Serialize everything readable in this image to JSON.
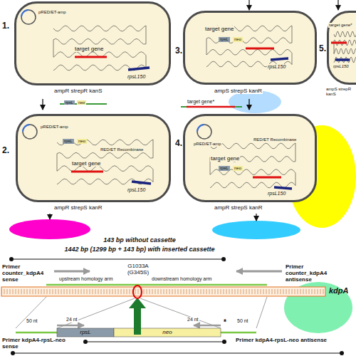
{
  "diagram": {
    "nodes": [
      {
        "text": [
          "1.",
          "pRED/ET-amp",
          "target gene",
          "rpsL150",
          "ampR strepR kanS"
        ]
      },
      {
        "text": [
          "2.",
          "pRED/ET-amp",
          "rpsL",
          "neo",
          "RED/ET Recombinase",
          "target gene",
          "rpsL150",
          "ampR strepS kanR"
        ]
      },
      {
        "text": [
          "3.",
          "target gene",
          "rpsL",
          "neo",
          "rpsL150",
          "ampS strepS kanR"
        ]
      },
      {
        "text": [
          "4.",
          "pRED/ET-amp",
          "RED/ET Recombinase",
          "target gene",
          "rpsL",
          "neo",
          "rpsL150",
          "ampR strepS kanR"
        ]
      },
      {
        "text": [
          "5.",
          "target gene*",
          "rpsL150",
          "ampS strepR kanS"
        ]
      }
    ],
    "edges": [
      {
        "from": 0,
        "to": 1,
        "arrow": "to"
      },
      {
        "from": 2,
        "to": 3,
        "arrow": "to"
      }
    ],
    "labels": [
      "rpsL",
      "neo",
      "target gene*",
      "143 bp without cassette",
      "1442 bp (1299 bp + 143 bp) with inserted cassette",
      "G1033A (G345S)",
      "Primer counter_kdpA4 sense",
      "upstream homology arm",
      "downstream homology arm",
      "Primer counter_kdpA4 antisense",
      "kdpA",
      "50 nt",
      "24 nt",
      "rpsL",
      "neo",
      "24 nt",
      "*",
      "50 nt",
      "Primer kdpA4-rpsL-neo sense",
      "Primer kdpA4-rpsL-neo antisense"
    ]
  }
}
